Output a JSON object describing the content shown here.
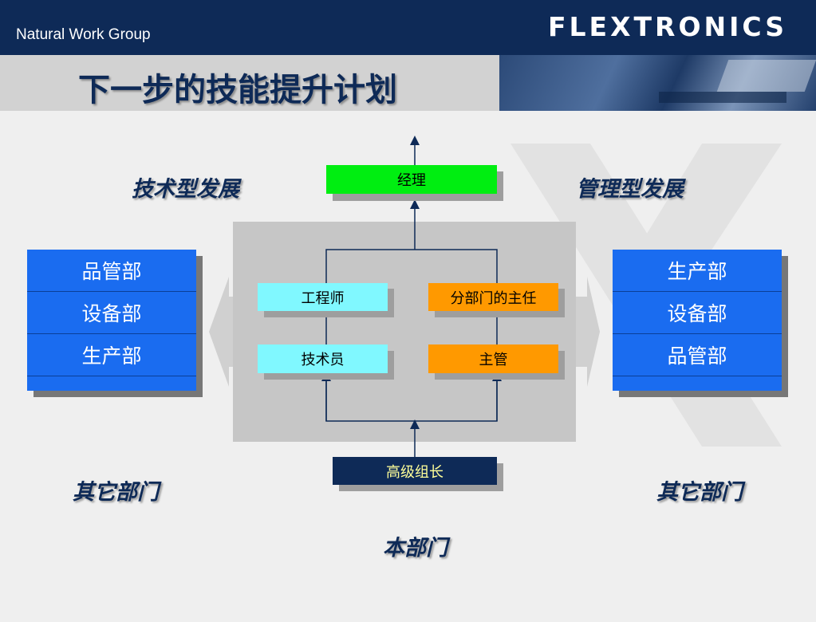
{
  "header": {
    "group_label": "Natural Work Group",
    "brand": "FLEXTRONICS",
    "title": "下一步的技能提升计划"
  },
  "labels": {
    "technical_track": "技术型发展",
    "management_track": "管理型发展",
    "other_dept_left": "其它部门",
    "other_dept_right": "其它部门",
    "this_dept": "本部门"
  },
  "roles": {
    "manager": "经理",
    "engineer": "工程师",
    "technician": "技术员",
    "section_head": "分部门的主任",
    "supervisor": "主管",
    "senior_leader": "高级组长"
  },
  "left_departments": [
    "品管部",
    "设备部",
    "生产部"
  ],
  "right_departments": [
    "生产部",
    "设备部",
    "品管部"
  ],
  "colors": {
    "navy": "#0e2a57",
    "manager_green": "#00ee11",
    "tech_cyan": "#80f8ff",
    "mgmt_orange": "#ff9900",
    "dept_blue": "#1a6cf0",
    "leader_navy": "#0e2a57",
    "leader_text": "#ffff99"
  }
}
